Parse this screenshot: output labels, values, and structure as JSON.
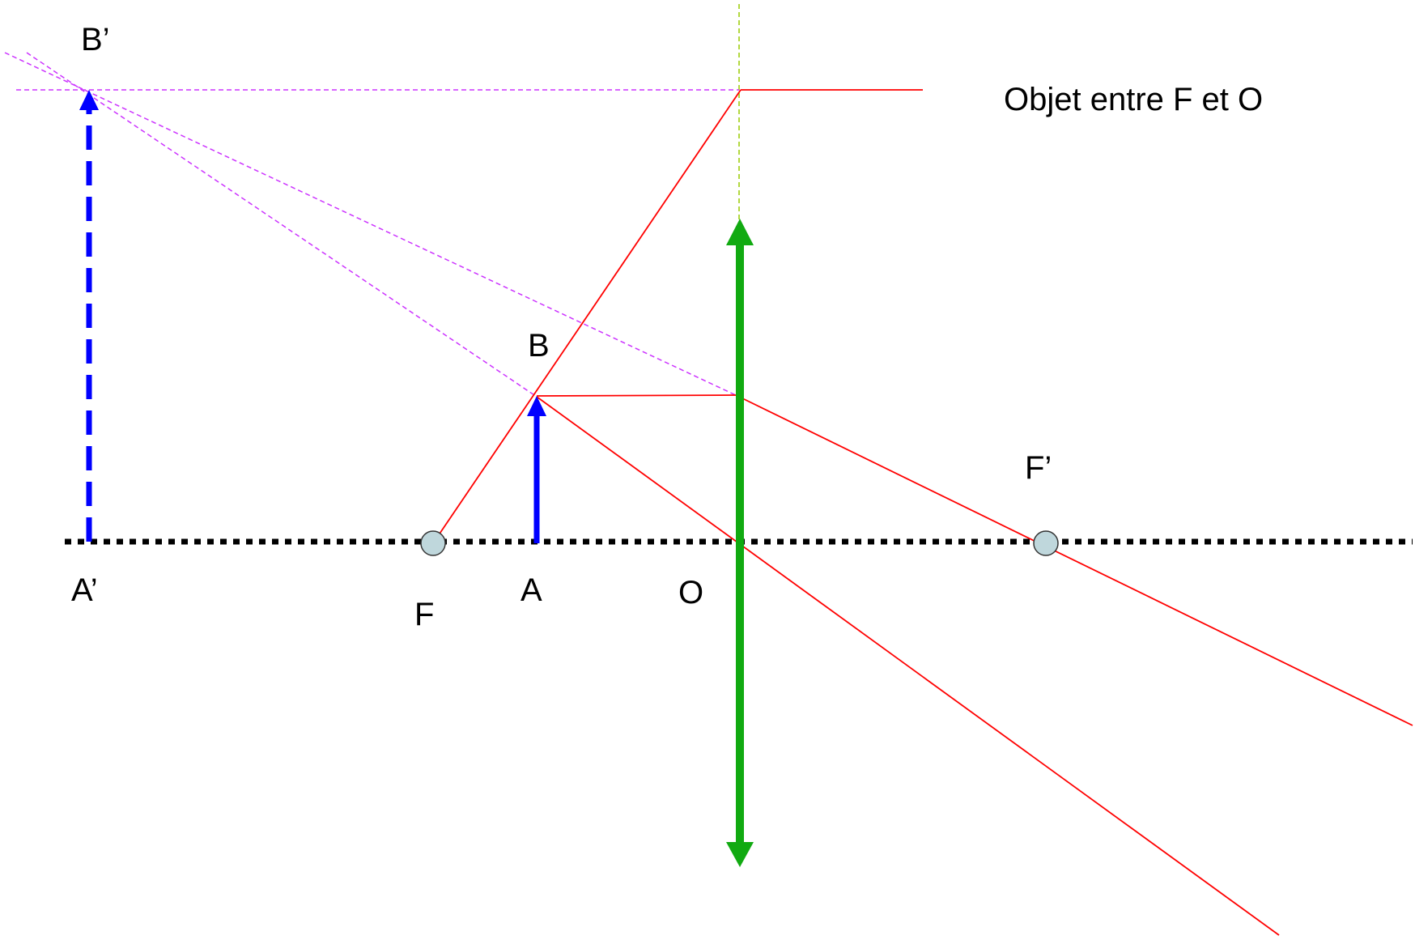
{
  "title": "Objet entre F et O",
  "labels": {
    "b_prime": "B’",
    "b": "B",
    "f_prime": "F’",
    "a_prime": "A’",
    "f": "F",
    "a": "A",
    "o": "O"
  },
  "colors": {
    "optical_axis": "#000000",
    "lens": "#11aa11",
    "object": "#0000ff",
    "image": "#0000ff",
    "rays": "#ff0000",
    "virtual_rays": "#cc33ff",
    "lens_extension": "#99cc00",
    "focus_fill": "#bfd7dc",
    "focus_stroke": "#333333"
  }
}
